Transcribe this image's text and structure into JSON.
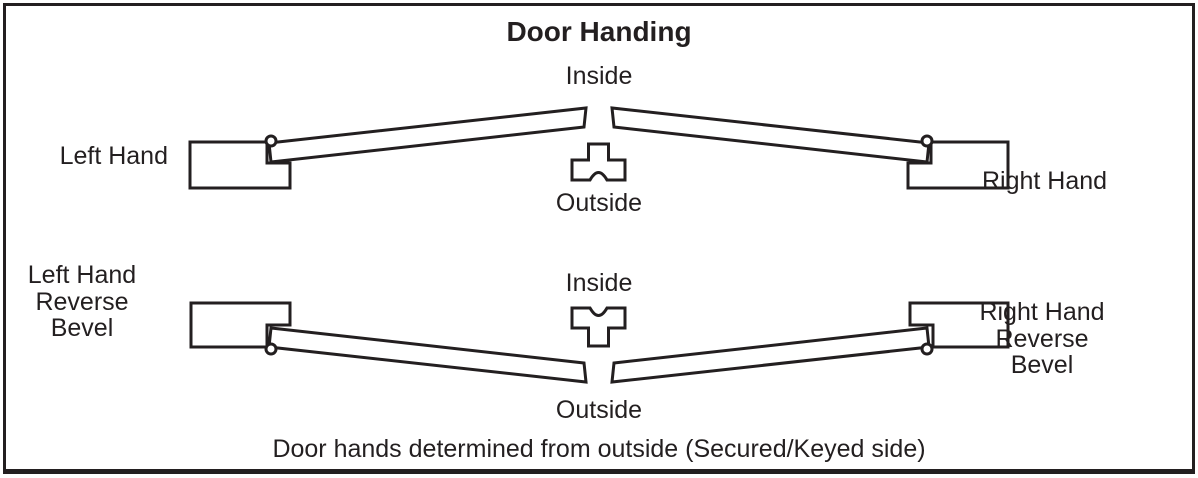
{
  "figure": {
    "title": "Door Handing",
    "caption": "Door hands determined from outside (Secured/Keyed side)",
    "top_row": {
      "inside": "Inside",
      "outside": "Outside",
      "left": "Left Hand",
      "right": "Right Hand"
    },
    "bottom_row": {
      "inside": "Inside",
      "outside": "Outside",
      "left_line1": "Left Hand",
      "left_line2": "Reverse Bevel",
      "right_line1": "Right Hand",
      "right_line2": "Reverse Bevel"
    },
    "icons": {
      "key": "key-cross-section",
      "hinge": "hinge-pivot"
    },
    "colors": {
      "ink": "#231f20",
      "background": "#ffffff"
    }
  }
}
